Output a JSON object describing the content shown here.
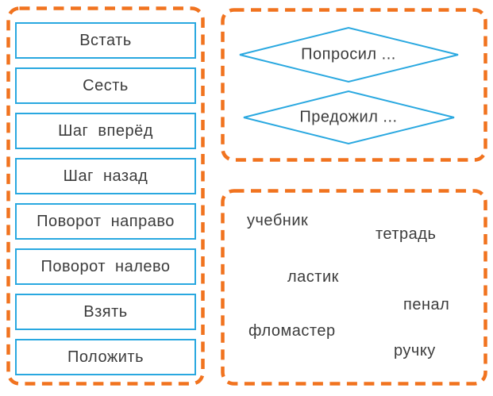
{
  "colors": {
    "accent_orange": "#F1731F",
    "accent_cyan": "#29A8E0",
    "text": "#3C3C3C"
  },
  "left_panel": {
    "commands": [
      {
        "label": "Встать"
      },
      {
        "label": "Сесть"
      },
      {
        "label": "Шаг вперёд"
      },
      {
        "label": "Шаг назад"
      },
      {
        "label": "Поворот направо"
      },
      {
        "label": "Поворот налево"
      },
      {
        "label": "Взять"
      },
      {
        "label": "Положить"
      }
    ]
  },
  "top_right_panel": {
    "diamonds": [
      {
        "label": "Попросил ..."
      },
      {
        "label": "Предожил ..."
      }
    ]
  },
  "bottom_right_panel": {
    "words": [
      {
        "text": "учебник"
      },
      {
        "text": "тетрадь"
      },
      {
        "text": "ластик"
      },
      {
        "text": "пенал"
      },
      {
        "text": "фломастер"
      },
      {
        "text": "ручку"
      }
    ]
  }
}
